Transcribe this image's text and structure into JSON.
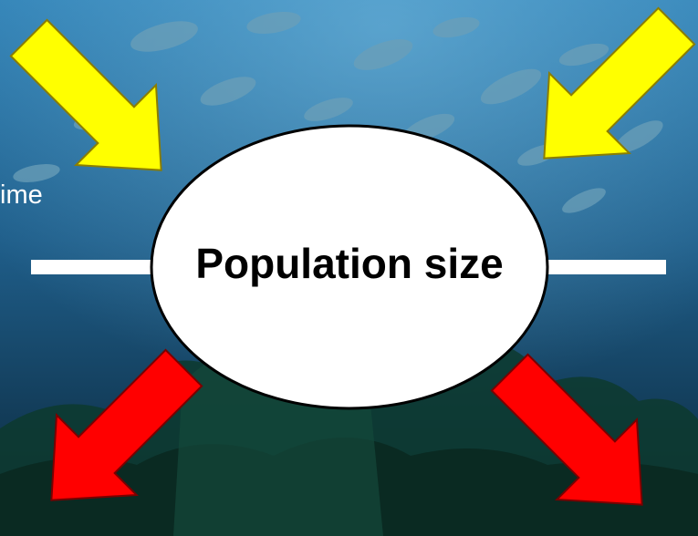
{
  "diagram": {
    "center_label": "Population size",
    "side_text": "ime",
    "arrows": {
      "incoming": {
        "count": 2,
        "color": "#ffff00",
        "meaning": "increase"
      },
      "outgoing": {
        "count": 2,
        "color": "#ff0000",
        "meaning": "decrease"
      }
    },
    "colors": {
      "ocean_top": "#2a73a3",
      "ocean_bottom": "#0b2a3d",
      "ellipse_fill": "#ffffff",
      "ellipse_stroke": "#000000",
      "line": "#ffffff"
    },
    "background_description": "underwater scene with school of fish and coral reef"
  }
}
